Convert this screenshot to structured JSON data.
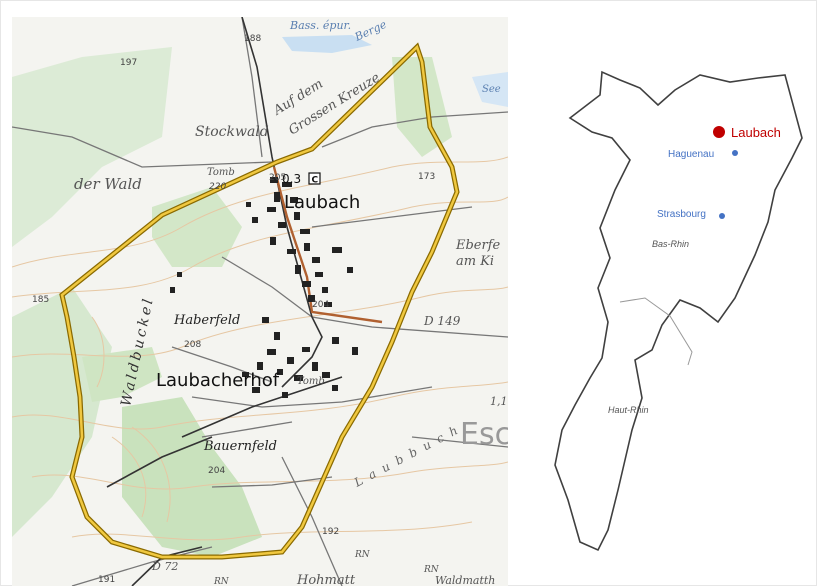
{
  "topo_map": {
    "labels": {
      "bass": "Bass. épur.",
      "berge": "Berge",
      "auf_dem": "Auf dem",
      "grossen_kreuze": "Grossen Kreuze",
      "stockwald": "Stockwald",
      "der_wald": "der Wald",
      "tomb1": "Tomb",
      "tomb2": "Tomb",
      "laubach": "Laubach",
      "marker": "0.3",
      "marker_letter": "C",
      "eberfe": "Eberfe",
      "am_ki": "am Ki",
      "d149": "D 149",
      "haberfeld": "Haberfeld",
      "waldbuckel": "Waldbuckel",
      "laubacherhof": "Laubacherhof",
      "bauernfeld": "Bauernfeld",
      "laubbuch": "L a u b b u c h",
      "esch": "Esch",
      "hohmatt": "Hohmatt",
      "waldmatth": "Waldmatth",
      "d72": "D 72",
      "rn1": "RN",
      "rn2": "RN",
      "rn3": "RN",
      "one_one": "1,1",
      "see": "See"
    },
    "elevations": {
      "e197": "197",
      "e188": "188",
      "e173": "173",
      "e220": "220",
      "e205": "205",
      "e204a": "204",
      "e208": "208",
      "e204b": "204",
      "e185": "185",
      "e192": "192",
      "e191": "191"
    }
  },
  "region_map": {
    "places": [
      {
        "name": "Laubach",
        "color": "#c00000"
      },
      {
        "name": "Haguenau",
        "color": "#4472c4"
      },
      {
        "name": "Strasbourg",
        "color": "#4472c4"
      }
    ],
    "regions": {
      "bas_rhin": "Bas-Rhin",
      "haut_rhin": "Haut-Rhin"
    }
  }
}
